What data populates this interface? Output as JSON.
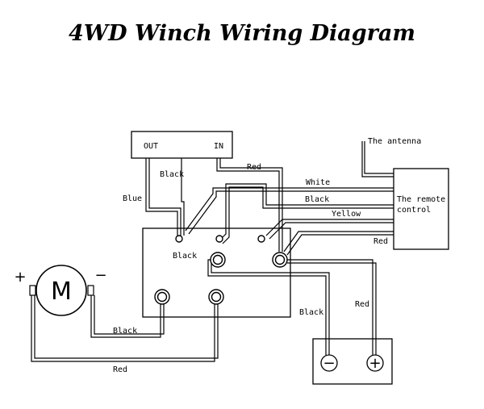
{
  "title": "4WD Winch Wiring Diagram",
  "switch_box": {
    "out_label": "OUT",
    "in_label": "IN"
  },
  "remote_control": {
    "line1": "The remote",
    "line2": "control",
    "antenna_label": "The antenna"
  },
  "motor": {
    "symbol": "M",
    "plus": "+",
    "minus": "−"
  },
  "battery": {
    "minus": "−",
    "plus": "+"
  },
  "wire_labels": {
    "black_top": "Black",
    "red_top": "Red",
    "blue": "Blue",
    "white": "White",
    "black_remote": "Black",
    "yellow": "Yellow",
    "red_remote": "Red",
    "black_solenoid": "Black",
    "black_battery": "Black",
    "red_battery": "Red",
    "black_motor": "Black",
    "red_motor": "Red"
  }
}
